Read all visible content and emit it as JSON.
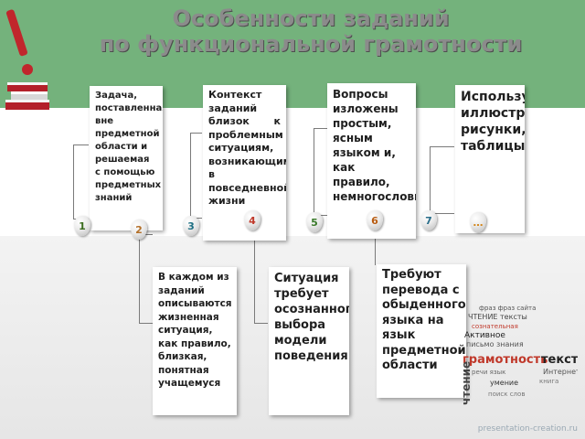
{
  "slide": {
    "title_line1": "Особенности заданий",
    "title_line2": "по функциональной грамотности",
    "footer": "presentation-creation.ru"
  },
  "cards": [
    {
      "pin": "1",
      "text": "Задача, поставленная вне предметной области и решаемая с помощью предметных знаний"
    },
    {
      "pin": "3",
      "text": "Контекст заданий близок к проблемным ситуациям, возникающим в повседневной жизни"
    },
    {
      "pin": "5",
      "text": "Вопросы изложены простым, ясным языком и, как правило, немногословно"
    },
    {
      "pin": "7",
      "text": "Используются иллюстрации: рисунки, таблицы…"
    },
    {
      "pin": "2",
      "text": "В каждом из заданий описываются жизненная ситуация, как правило, близкая, понятная учащемуся"
    },
    {
      "pin": "4",
      "text": "Ситуация требует осознанного выбора модели поведения"
    },
    {
      "pin": "6",
      "text": "Требуют перевода с обыденного языка на язык предметной области"
    }
  ],
  "pins": {
    "p1": "1",
    "p2": "2",
    "p3": "3",
    "p4": "4",
    "p5": "5",
    "p6": "6",
    "p7": "7",
    "p8": "…"
  },
  "pin_colors": {
    "p1": "#3a6c1e",
    "p2": "#b3702a",
    "p3": "#1e6f83",
    "p4": "#c0392b",
    "p5": "#3a7a2a",
    "p6": "#b85c12",
    "p7": "#2a6e8a",
    "p8": "#d4871c"
  },
  "wordcloud": {
    "words": [
      "грамотность",
      "текст",
      "Интернет",
      "чтение",
      "Активное",
      "письмо",
      "знания"
    ]
  },
  "icons": {
    "logo": "books-with-exclamation-icon"
  }
}
